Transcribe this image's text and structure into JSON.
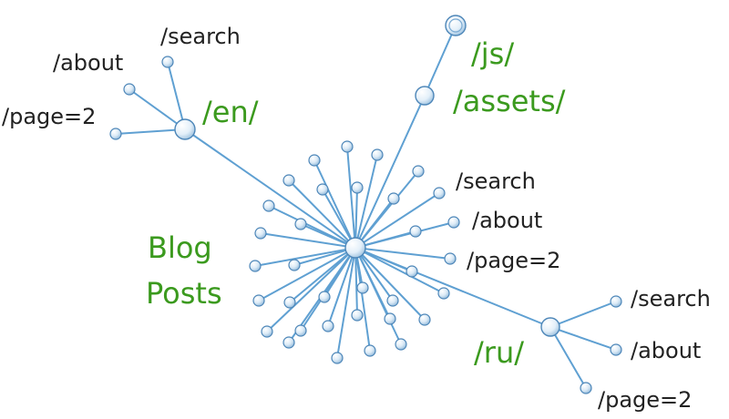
{
  "diagram": {
    "labels": {
      "en_section": "/en/",
      "en_search": "/search",
      "en_about": "/about",
      "en_page": "/page=2",
      "js_section": "/js/",
      "assets_section": "/assets/",
      "center_search": "/search",
      "center_about": "/about",
      "center_page": "/page=2",
      "blog_line1": "Blog",
      "blog_line2": "Posts",
      "ru_section": "/ru/",
      "ru_search": "/search",
      "ru_about": "/about",
      "ru_page": "/page=2"
    },
    "colors": {
      "edge": "#5fa0d2",
      "node_fill": "#d4e8f7",
      "section_label": "#3b9a1e",
      "path_label": "#222222"
    }
  }
}
